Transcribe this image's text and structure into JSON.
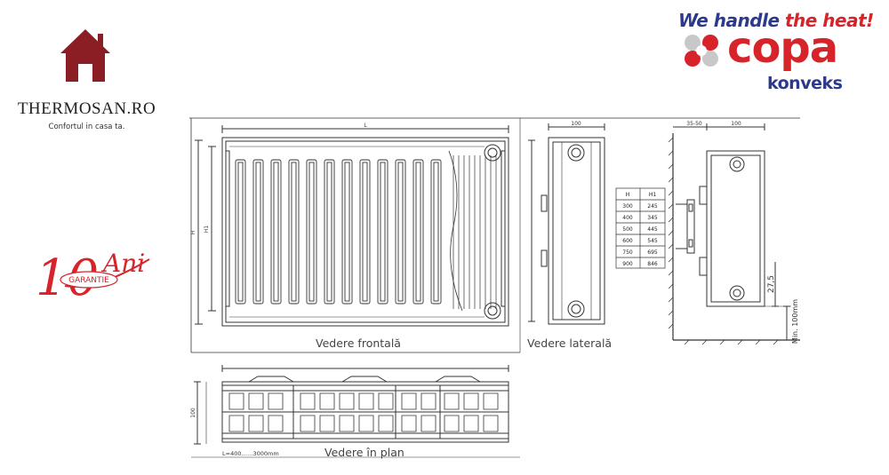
{
  "brand": {
    "name": "THERMOSAN.RO",
    "tagline": "Confortul in casa ta.",
    "icon": "house-icon",
    "color": "#8b1e24"
  },
  "warranty": {
    "years": "10",
    "unit": "Ani",
    "label": "GARANTIE",
    "color": "#d6242a"
  },
  "manufacturer": {
    "slogan_part1": "We handle ",
    "slogan_part2": "the heat!",
    "name": "copa",
    "product_line": "konveks",
    "primary_color": "#d6242a",
    "secondary_color": "#2b3a8c"
  },
  "drawing": {
    "front_caption": "Vedere frontală",
    "side_caption": "Vedere laterală",
    "plan_caption": "Vedere în plan",
    "front_dim_L": "L",
    "front_dim_H": "H",
    "front_dim_H1": "H1",
    "side_dim_top": "100",
    "wall_dim_top1": "35-50",
    "wall_dim_top2": "100",
    "wall_dim_offset": "27,5",
    "wall_dim_floor": "Min. 100mm",
    "plan_dim_depth": "100",
    "plan_length_note": "L=400……3000mm",
    "size_table": {
      "headers": [
        "H",
        "H1"
      ],
      "rows": [
        [
          "300",
          "245"
        ],
        [
          "400",
          "345"
        ],
        [
          "500",
          "445"
        ],
        [
          "600",
          "545"
        ],
        [
          "750",
          "695"
        ],
        [
          "900",
          "846"
        ]
      ]
    }
  }
}
